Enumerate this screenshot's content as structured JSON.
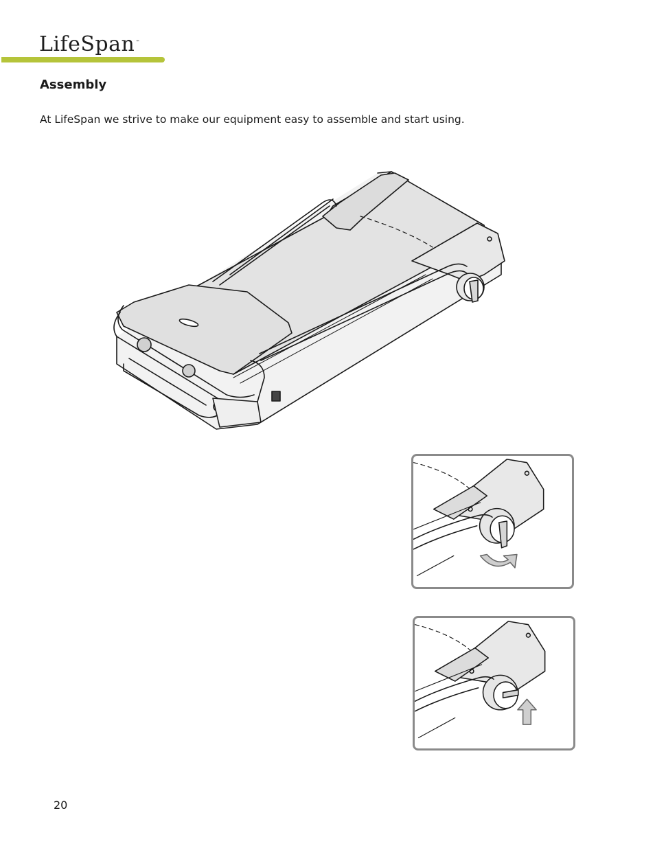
{
  "header": {
    "brand": "LifeSpan",
    "brand_mark": "™",
    "brand_color": "#b5c43a"
  },
  "section": {
    "title": "Assembly",
    "intro": "At LifeSpan we strive to make our equipment easy to assemble and start using."
  },
  "figures": {
    "main": "folded-treadmill-illustration",
    "detail_1": "rotate-locking-knob-illustration",
    "detail_2": "pull-up-locking-knob-illustration"
  },
  "footer": {
    "page_number": "20"
  }
}
